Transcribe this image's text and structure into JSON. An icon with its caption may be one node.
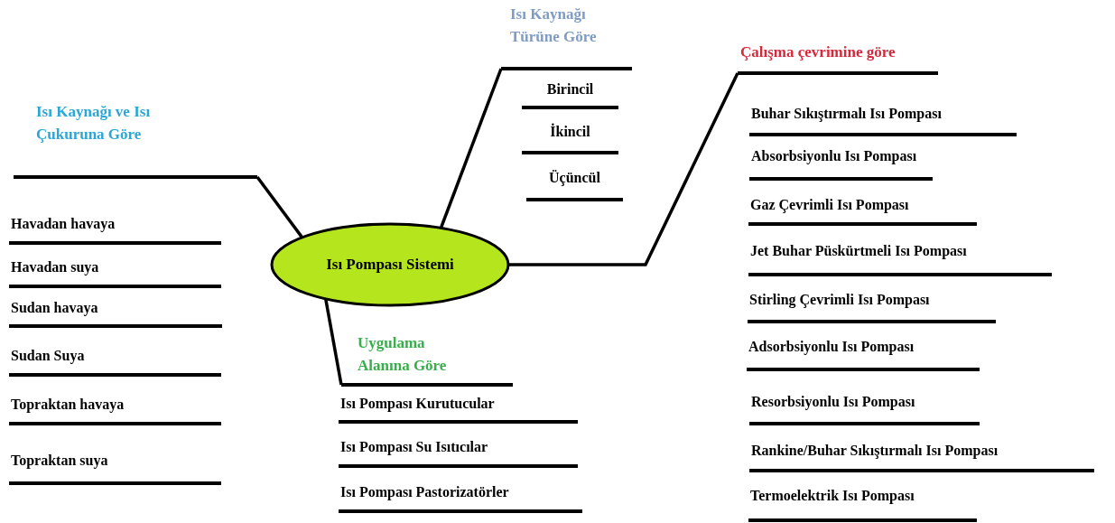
{
  "diagram": {
    "nodes": [
      {
        "text": [
          "Isı Pompası Sistemi"
        ]
      },
      {
        "text": [
          "Isı Kaynağı ve Isı Çukuruna Göre"
        ]
      },
      {
        "text": [
          "Havadan havaya"
        ]
      },
      {
        "text": [
          "Havadan suya"
        ]
      },
      {
        "text": [
          "Sudan havaya"
        ]
      },
      {
        "text": [
          "Sudan Suya"
        ]
      },
      {
        "text": [
          "Topraktan havaya"
        ]
      },
      {
        "text": [
          "Topraktan suya"
        ]
      },
      {
        "text": [
          "Isı Kaynağı Türüne Göre"
        ]
      },
      {
        "text": [
          "Birincil"
        ]
      },
      {
        "text": [
          "İkincil"
        ]
      },
      {
        "text": [
          "Üçüncül"
        ]
      },
      {
        "text": [
          "Çalışma çevrimine göre"
        ]
      },
      {
        "text": [
          "Buhar Sıkıştırmalı Isı Pompası"
        ]
      },
      {
        "text": [
          "Absorbsiyonlu Isı Pompası"
        ]
      },
      {
        "text": [
          "Gaz Çevrimli Isı Pompası"
        ]
      },
      {
        "text": [
          "Jet Buhar Püskürtmeli Isı Pompası"
        ]
      },
      {
        "text": [
          "Stirling Çevrimli Isı Pompası"
        ]
      },
      {
        "text": [
          "Adsorbsiyonlu Isı Pompası"
        ]
      },
      {
        "text": [
          "Resorbsiyonlu Isı Pompası"
        ]
      },
      {
        "text": [
          "Rankine/Buhar Sıkıştırmalı Isı Pompası"
        ]
      },
      {
        "text": [
          "Termoelektrik Isı Pompası"
        ]
      },
      {
        "text": [
          "Uygulama Alanına Göre"
        ]
      },
      {
        "text": [
          "Isı Pompası Kurutucular"
        ]
      },
      {
        "text": [
          "Isı Pompası Su Isıtıcılar"
        ]
      },
      {
        "text": [
          "Isı Pompası Pastorizatörler"
        ]
      }
    ],
    "edges": [
      {
        "from": 0,
        "to": 1,
        "arrow": "none"
      },
      {
        "from": 0,
        "to": 8,
        "arrow": "none"
      },
      {
        "from": 0,
        "to": 12,
        "arrow": "none"
      },
      {
        "from": 0,
        "to": 22,
        "arrow": "none"
      }
    ]
  }
}
